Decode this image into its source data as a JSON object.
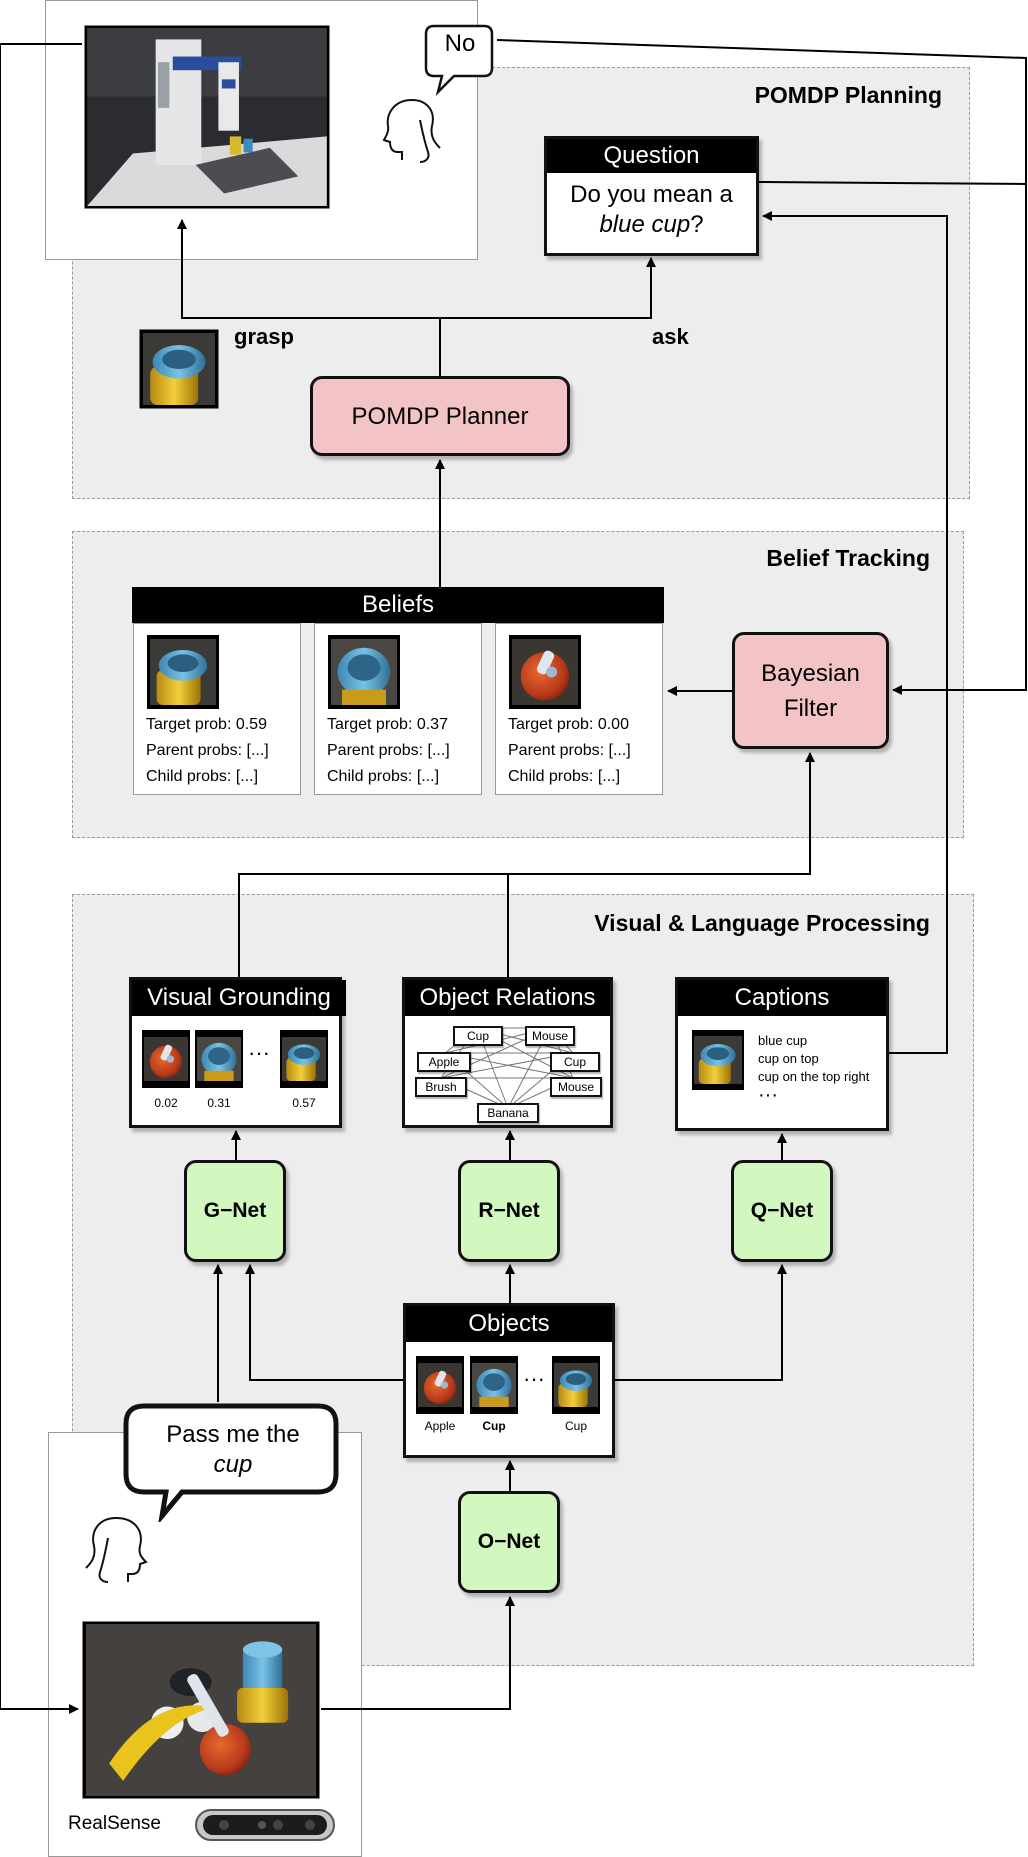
{
  "regions": {
    "planning": "POMDP Planning",
    "belief": "Belief Tracking",
    "processing": "Visual & Language Processing"
  },
  "bubbles": {
    "robot_reply": "No",
    "user_request_line1": "Pass me the",
    "user_request_line2": "cup"
  },
  "question": {
    "title": "Question",
    "line1": "Do you mean a",
    "line2_emph": "blue cup",
    "line2_tail": "?"
  },
  "actions": {
    "grasp": "grasp",
    "ask": "ask"
  },
  "planner": {
    "label": "POMDP Planner"
  },
  "filter": {
    "line1": "Bayesian",
    "line2": "Filter"
  },
  "beliefs": {
    "title": "Beliefs",
    "items": [
      {
        "target": "Target prob:  0.59",
        "parent": "Parent probs: [...]",
        "child": "Child probs: [...]"
      },
      {
        "target": "Target prob: 0.37",
        "parent": "Parent probs: [...]",
        "child": "Child probs: [...]"
      },
      {
        "target": "Target prob: 0.00",
        "parent": "Parent probs: [...]",
        "child": "Child probs: [...]"
      }
    ]
  },
  "grounding": {
    "title": "Visual Grounding",
    "scores": [
      "0.02",
      "0.31",
      "0.57"
    ],
    "ellipsis": "···"
  },
  "relations": {
    "title": "Object Relations",
    "nodes": [
      "Cup",
      "Mouse",
      "Apple",
      "Cup",
      "Brush",
      "Mouse",
      "Banana"
    ]
  },
  "captions": {
    "title": "Captions",
    "lines": [
      "blue cup",
      "cup on top",
      "cup on the top right"
    ],
    "ellipsis": "···"
  },
  "nets": {
    "g": "G−Net",
    "r": "R−Net",
    "q": "Q−Net",
    "o": "O−Net"
  },
  "objects": {
    "title": "Objects",
    "labels": [
      "Apple",
      "Cup",
      "Cup"
    ],
    "ellipsis": "···"
  },
  "camera": {
    "label": "RealSense"
  },
  "colors": {
    "pink_node": "#f3c4c6",
    "green_node": "#d2f7bf",
    "region_fill": "#ededed",
    "header_black": "#000000"
  }
}
